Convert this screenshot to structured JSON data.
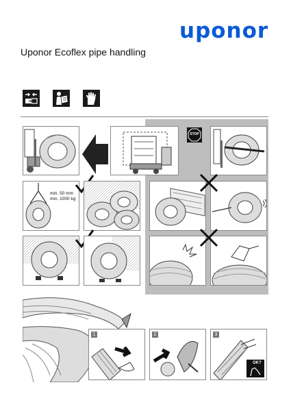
{
  "header": {
    "logo_text": "uponor",
    "title": "Uponor Ecoflex pipe handling"
  },
  "icons": [
    "arrows-icon",
    "read-manual-icon",
    "gloves-icon"
  ],
  "stop_sign_text": "STOP",
  "lifting_note": {
    "line1": "min. 50 mm",
    "line2": "min. 1000 kg"
  },
  "steps": [
    {
      "number": "1"
    },
    {
      "number": "2"
    },
    {
      "number": "3",
      "badge": "OK?"
    }
  ],
  "colors": {
    "brand": "#0a5bd6",
    "gray_area": "#bdbdbd",
    "icon_bg": "#1a1a1a"
  }
}
